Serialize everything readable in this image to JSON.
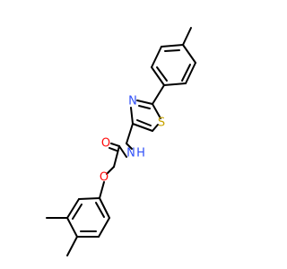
{
  "molecule": {
    "atoms": [
      {
        "id": "ch3_top",
        "element": "C",
        "label": ""
      },
      {
        "id": "tolyl_c1",
        "element": "C",
        "label": ""
      },
      {
        "id": "tolyl_c2",
        "element": "C",
        "label": ""
      },
      {
        "id": "tolyl_c3",
        "element": "C",
        "label": ""
      },
      {
        "id": "tolyl_c4",
        "element": "C",
        "label": ""
      },
      {
        "id": "tolyl_c5",
        "element": "C",
        "label": ""
      },
      {
        "id": "tolyl_c6",
        "element": "C",
        "label": ""
      },
      {
        "id": "thz_c2",
        "element": "C",
        "label": ""
      },
      {
        "id": "thz_n3",
        "element": "N",
        "label": "N"
      },
      {
        "id": "thz_c4",
        "element": "C",
        "label": ""
      },
      {
        "id": "thz_c5",
        "element": "C",
        "label": ""
      },
      {
        "id": "thz_s1",
        "element": "S",
        "label": "S"
      },
      {
        "id": "ch2_link",
        "element": "C",
        "label": ""
      },
      {
        "id": "amide_n",
        "element": "N",
        "label": "N"
      },
      {
        "id": "amide_h",
        "element": "H",
        "label": "H"
      },
      {
        "id": "carbonyl_c",
        "element": "C",
        "label": ""
      },
      {
        "id": "carbonyl_o",
        "element": "O",
        "label": "O"
      },
      {
        "id": "ch2_ether",
        "element": "C",
        "label": ""
      },
      {
        "id": "ether_o",
        "element": "O",
        "label": "O"
      },
      {
        "id": "aryl_c1",
        "element": "C",
        "label": ""
      },
      {
        "id": "aryl_c2",
        "element": "C",
        "label": ""
      },
      {
        "id": "aryl_c3",
        "element": "C",
        "label": ""
      },
      {
        "id": "aryl_c4",
        "element": "C",
        "label": ""
      },
      {
        "id": "aryl_c5",
        "element": "C",
        "label": ""
      },
      {
        "id": "aryl_c6",
        "element": "C",
        "label": ""
      },
      {
        "id": "ch3_meta",
        "element": "C",
        "label": ""
      },
      {
        "id": "ch3_para",
        "element": "C",
        "label": ""
      }
    ],
    "colors": {
      "bond": "#000000",
      "N": "#3050F8",
      "O": "#FF0D0D",
      "S": "#C8A400",
      "H": "#3050F8"
    }
  }
}
